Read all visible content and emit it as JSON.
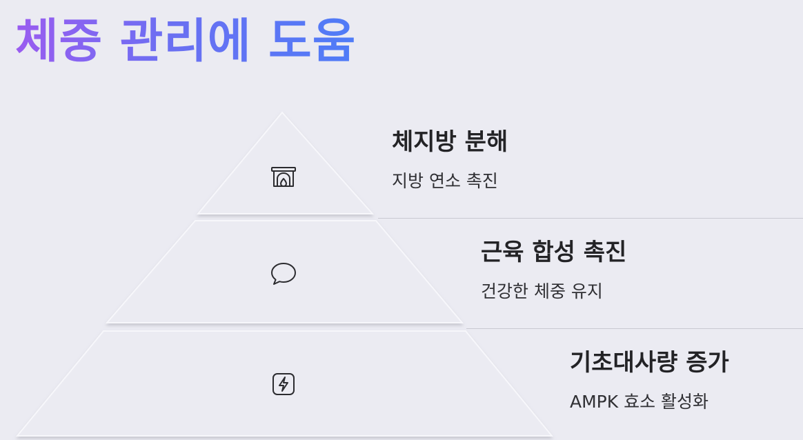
{
  "title": "체중 관리에 도움",
  "levels": [
    {
      "title": "체지방 분해",
      "desc": "지방 연소 촉진",
      "icon": "fireplace-icon"
    },
    {
      "title": "근육 합성 촉진",
      "desc": "건강한 체중 유지",
      "icon": "speech-bubble-icon"
    },
    {
      "title": "기초대사량 증가",
      "desc": "AMPK 효소 활성화",
      "icon": "lightning-bolt-icon"
    }
  ]
}
